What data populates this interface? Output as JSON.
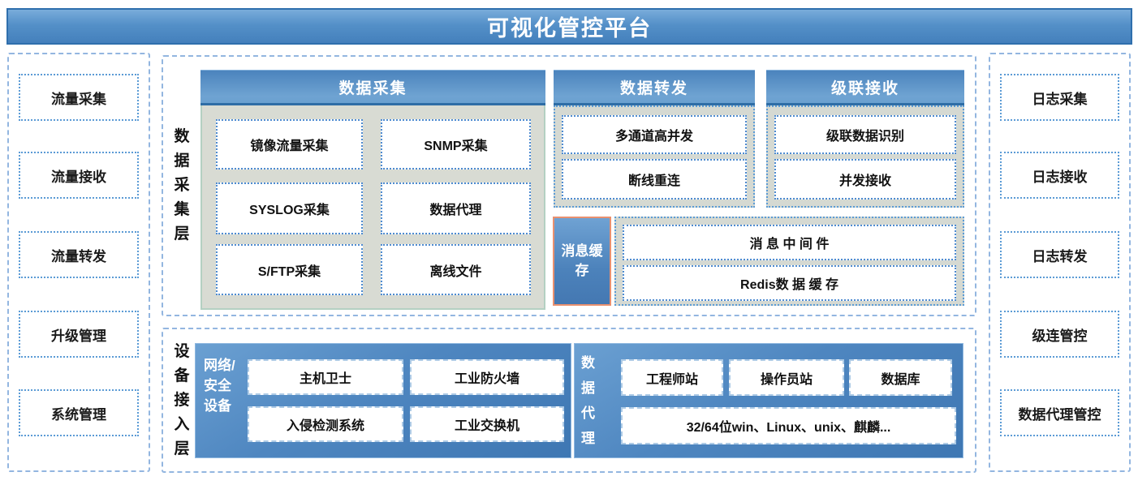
{
  "header": {
    "title": "可视化管控平台"
  },
  "left_panel": {
    "items": [
      "流量采集",
      "流量接收",
      "流量转发",
      "升级管理",
      "系统管理"
    ]
  },
  "right_panel": {
    "items": [
      "日志采集",
      "日志接收",
      "日志转发",
      "级连管控",
      "数据代理管控"
    ]
  },
  "data_collection_layer": {
    "label": "数\n据\n采\n集\n层",
    "data_collection": {
      "title": "数据采集",
      "items": [
        "镜像流量采集",
        "SNMP采集",
        "SYSLOG采集",
        "数据代理",
        "S/FTP采集",
        "离线文件"
      ]
    },
    "data_forwarding": {
      "title": "数据转发",
      "items": [
        "多通道高并发",
        "断线重连"
      ]
    },
    "cascade_receiving": {
      "title": "级联接收",
      "items": [
        "级联数据识别",
        "并发接收"
      ]
    },
    "message_cache": {
      "title": "消息缓存",
      "items": [
        "消 息 中 间 件",
        "Redis数 据 缓 存"
      ]
    }
  },
  "device_access_layer": {
    "label": "设\n备\n接\n入\n层",
    "network_security": {
      "title": "网络/\n安全\n设备",
      "items": [
        "主机卫士",
        "工业防火墙",
        "入侵检测系统",
        "工业交换机"
      ]
    },
    "data_agent": {
      "title": "数\n据\n代\n理",
      "items": [
        "工程师站",
        "操作员站",
        "数据库",
        "32/64位win、Linux、unix、麒麟..."
      ]
    }
  },
  "colors": {
    "title_bar_blue": "#4480BC",
    "group_header_blue": "#4B83BD",
    "panel_blue": "#4E86C0",
    "cache_border_orange": "#E9906F",
    "gray_body": "#D8DBD3",
    "gray_body_green_border": "#B4D0C2",
    "dashed_border_blue": "#93B6E0",
    "dotted_border_blue": "#5B9BD5"
  }
}
